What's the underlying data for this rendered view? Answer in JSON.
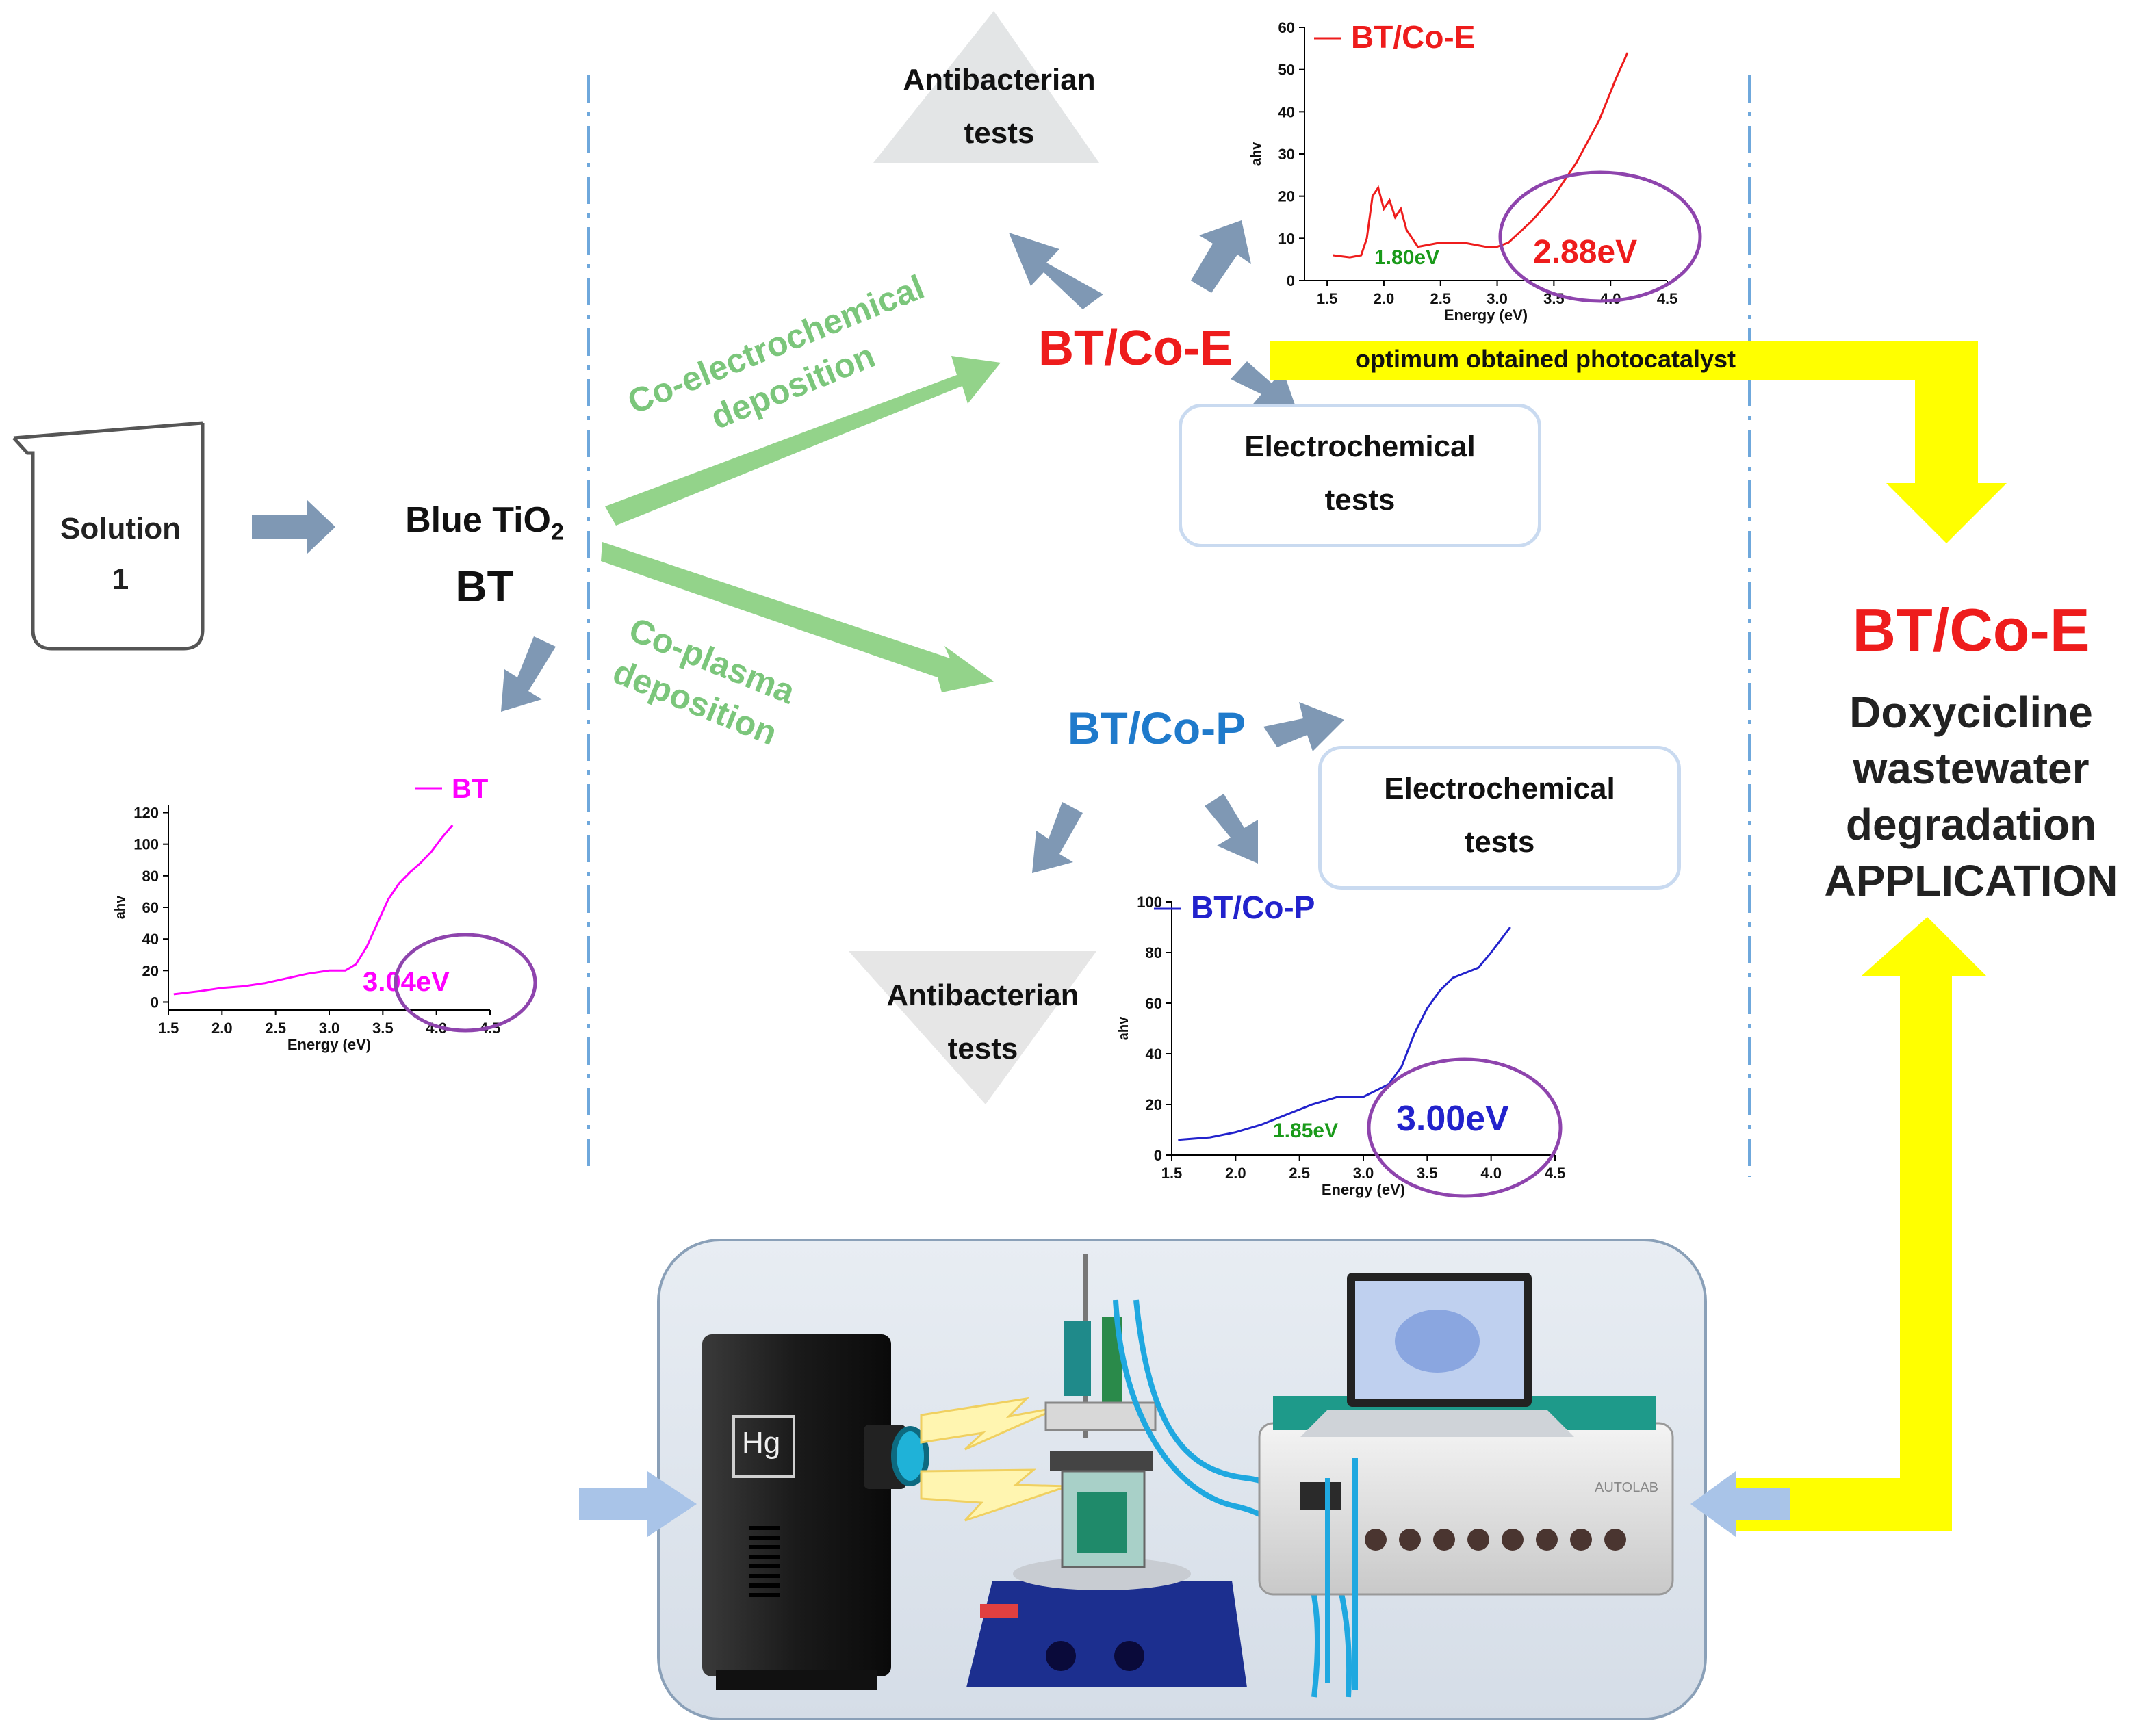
{
  "left": {
    "beaker": {
      "line1": "Solution",
      "line2": "1"
    },
    "bt": {
      "line1": "Blue TiO",
      "sub": "2",
      "line2": "BT"
    }
  },
  "routes": {
    "electro": {
      "line1": "Co-electrochemical",
      "line2": "deposition"
    },
    "plasma": {
      "line1": "Co-plasma",
      "line2": "deposition"
    }
  },
  "products": {
    "e": "BT/Co-E",
    "p": "BT/Co-P"
  },
  "tests": {
    "antibacterial_top": {
      "line1": "Antibacterian",
      "line2": "tests"
    },
    "electrochemical_top": {
      "line1": "Electrochemical",
      "line2": "tests"
    },
    "electrochemical_bottom": {
      "line1": "Electrochemical",
      "line2": "tests"
    },
    "antibacterial_bottom": {
      "line1": "Antibacterian",
      "line2": "tests"
    }
  },
  "banner": "optimum obtained photocatalyst",
  "application": {
    "title": "BT/Co-E",
    "line1": "Doxycicline",
    "line2": "wastewater",
    "line3": "degradation",
    "line4": "APPLICATION"
  },
  "setup": {
    "lamp_label": "Hg",
    "instrument_label": "AUTOLAB"
  },
  "colors": {
    "red": "#ee1c1c",
    "blue": "#1f7acb",
    "green": "#7bc67b",
    "yellow": "#ffff00",
    "magenta": "#ff00ff",
    "purple": "#8e44ad",
    "arrow": "#7f98b4"
  },
  "chart_data": [
    {
      "type": "line",
      "name": "bt",
      "legend": "BT",
      "xlabel": "Energy (eV)",
      "ylabel": "ahv",
      "xlim": [
        1.5,
        4.5
      ],
      "ylim": [
        -5,
        125
      ],
      "xticks": [
        "1.5",
        "2.0",
        "2.5",
        "3.0",
        "3.5",
        "4.0",
        "4.5"
      ],
      "yticks": [
        "0",
        "20",
        "40",
        "60",
        "80",
        "100",
        "120"
      ],
      "series": [
        {
          "color": "#ff00ff",
          "x": [
            1.55,
            1.8,
            2.0,
            2.2,
            2.4,
            2.6,
            2.8,
            3.0,
            3.15,
            3.25,
            3.35,
            3.45,
            3.55,
            3.65,
            3.75,
            3.85,
            3.95,
            4.05,
            4.15
          ],
          "y": [
            5,
            7,
            9,
            10,
            12,
            15,
            18,
            20,
            20,
            24,
            35,
            50,
            65,
            75,
            82,
            88,
            95,
            104,
            112
          ]
        }
      ],
      "annotation": {
        "text": "3.04eV",
        "color": "#ff00ff",
        "x": 3.04
      }
    },
    {
      "type": "line",
      "name": "bt-co-e",
      "legend": "BT/Co-E",
      "xlabel": "Energy (eV)",
      "ylabel": "ahv",
      "xlim": [
        1.3,
        4.5
      ],
      "ylim": [
        0,
        60
      ],
      "xticks": [
        "1.5",
        "2.0",
        "2.5",
        "3.0",
        "3.5",
        "4.0",
        "4.5"
      ],
      "yticks": [
        "0",
        "10",
        "20",
        "30",
        "40",
        "50",
        "60"
      ],
      "series": [
        {
          "color": "#ee1c1c",
          "x": [
            1.55,
            1.7,
            1.8,
            1.85,
            1.9,
            1.95,
            2.0,
            2.05,
            2.1,
            2.15,
            2.2,
            2.3,
            2.5,
            2.7,
            2.9,
            3.0,
            3.1,
            3.3,
            3.5,
            3.7,
            3.9,
            4.05,
            4.15
          ],
          "y": [
            6,
            5.5,
            6,
            10,
            20,
            22,
            17,
            19,
            15,
            17,
            12,
            8,
            9,
            9,
            8,
            8,
            9,
            14,
            20,
            28,
            38,
            48,
            54
          ]
        }
      ],
      "annotations": [
        {
          "text": "1.80eV",
          "color": "#1a9a1a",
          "x": 1.8
        },
        {
          "text": "2.88eV",
          "color": "#ee1c1c",
          "x": 2.88
        }
      ]
    },
    {
      "type": "line",
      "name": "bt-co-p",
      "legend": "BT/Co-P",
      "xlabel": "Energy (eV)",
      "ylabel": "ahv",
      "xlim": [
        1.5,
        4.5
      ],
      "ylim": [
        0,
        100
      ],
      "xticks": [
        "1.5",
        "2.0",
        "2.5",
        "3.0",
        "3.5",
        "4.0",
        "4.5"
      ],
      "yticks": [
        "0",
        "20",
        "40",
        "60",
        "80",
        "100"
      ],
      "series": [
        {
          "color": "#2222cc",
          "x": [
            1.55,
            1.8,
            2.0,
            2.2,
            2.4,
            2.6,
            2.8,
            3.0,
            3.2,
            3.3,
            3.4,
            3.5,
            3.6,
            3.7,
            3.8,
            3.9,
            4.0,
            4.15
          ],
          "y": [
            6,
            7,
            9,
            12,
            16,
            20,
            23,
            23,
            28,
            35,
            48,
            58,
            65,
            70,
            72,
            74,
            80,
            90
          ]
        }
      ],
      "annotations": [
        {
          "text": "1.85eV",
          "color": "#1a9a1a",
          "x": 1.85
        },
        {
          "text": "3.00eV",
          "color": "#2222cc",
          "x": 3.0
        }
      ]
    }
  ]
}
